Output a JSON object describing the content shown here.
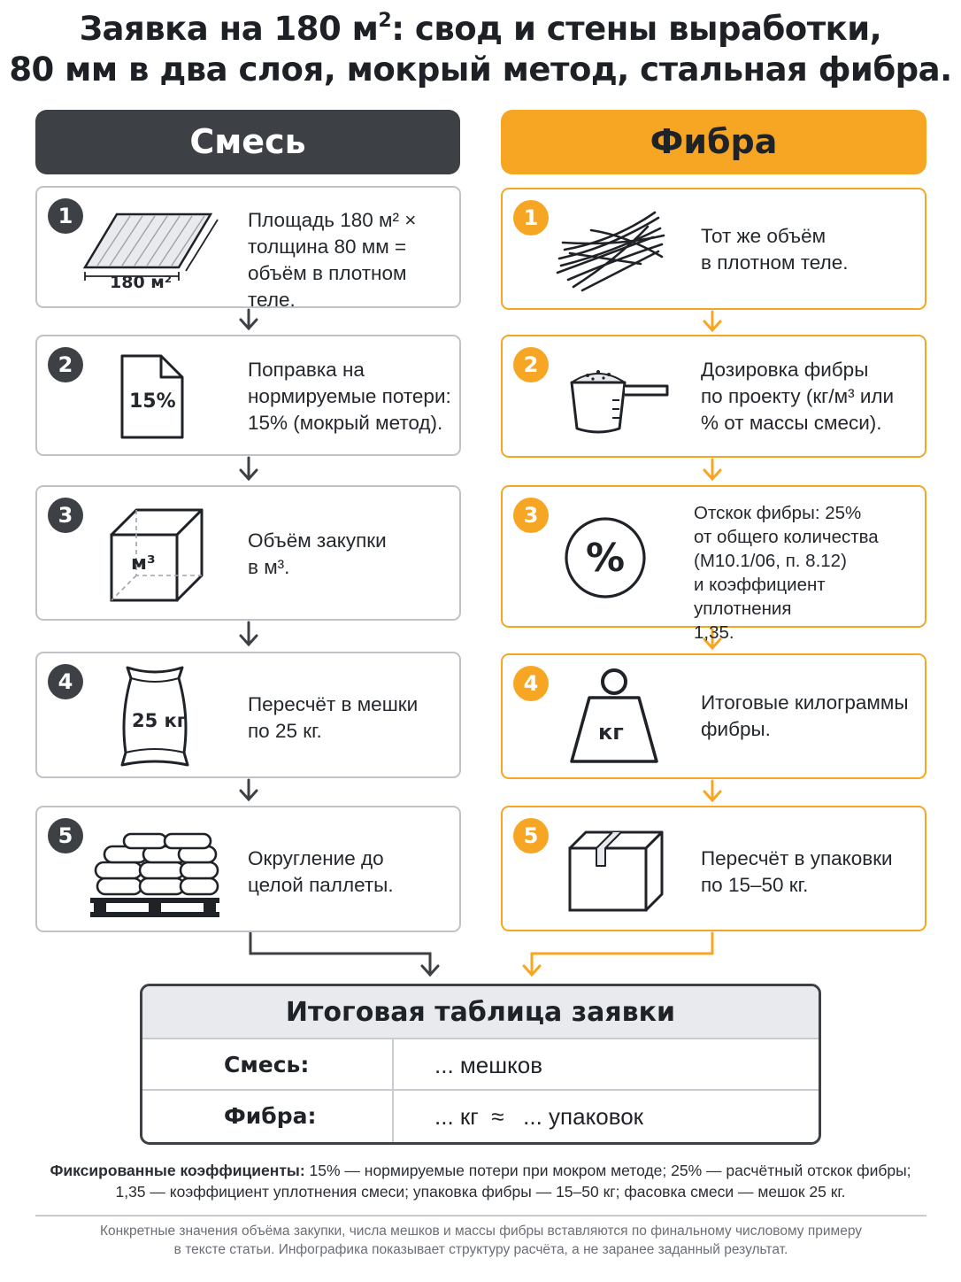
{
  "title": {
    "line1_pre": "Заявка на 180 м",
    "line1_sup": "2",
    "line1_post": ": свод и стены выработки,",
    "line2": "80 мм в два слоя, мокрый метод, стальная фибра."
  },
  "columns": {
    "mix_header": "Смесь",
    "fiber_header": "Фибра"
  },
  "mix_steps": [
    {
      "num": "1",
      "text_lines": [
        "Площадь 180 м² ×",
        "толщина 80 мм =",
        "объём в плотном теле."
      ],
      "icon": "area-plane-icon",
      "icon_label": "180 м²"
    },
    {
      "num": "2",
      "text_lines": [
        "Поправка на",
        "нормируемые потери:",
        "15% (мокрый метод)."
      ],
      "icon": "percent-document-icon",
      "icon_label": "15%"
    },
    {
      "num": "3",
      "text_lines": [
        "Объём закупки",
        "в м³."
      ],
      "icon": "cube-icon",
      "icon_label": "м³"
    },
    {
      "num": "4",
      "text_lines": [
        "Пересчёт в мешки",
        "по 25 кг."
      ],
      "icon": "sack-icon",
      "icon_label": "25 кг"
    },
    {
      "num": "5",
      "text_lines": [
        "Округление до",
        "целой паллеты."
      ],
      "icon": "pallet-icon"
    }
  ],
  "fiber_steps": [
    {
      "num": "1",
      "text_lines": [
        "Тот же объём",
        "в плотном теле."
      ],
      "icon": "steel-fiber-icon"
    },
    {
      "num": "2",
      "text_lines": [
        "Дозировка фибры",
        "по проекту (кг/м³ или",
        "% от массы смеси)."
      ],
      "icon": "measuring-scoop-icon"
    },
    {
      "num": "3",
      "text_lines": [
        "Отскок фибры: 25%",
        "от общего количества",
        "(М10.1/06, п. 8.12)",
        "и коэффициент уплотнения",
        "1,35."
      ],
      "icon": "percent-circle-icon"
    },
    {
      "num": "4",
      "text_lines": [
        "Итоговые килограммы",
        "фибры."
      ],
      "icon": "weight-icon",
      "icon_label": "кг"
    },
    {
      "num": "5",
      "text_lines": [
        "Пересчёт в упаковки",
        "по 15–50 кг."
      ],
      "icon": "box-icon"
    }
  ],
  "summary": {
    "title": "Итоговая таблица заявки",
    "rows": [
      {
        "label": "Смесь:",
        "value": "... мешков"
      },
      {
        "label": "Фибра:",
        "value": "... кг  ≈   ... упаковок"
      }
    ]
  },
  "notes": {
    "bold": "Фиксированные коэффициенты:",
    "line1": " 15% — нормируемые потери при мокром методе; 25% — расчётный отскок фибры;",
    "line2": "1,35 — коэффициент уплотнения смеси; упаковка фибры — 15–50 кг; фасовка смеси — мешок 25 кг."
  },
  "footer": {
    "line1": "Конкретные значения объёма закупки, числа мешков и массы фибры вставляются по финальному числовому примеру",
    "line2": "в тексте статьи. Инфографика показывает структуру расчёта, а не заранее заданный результат."
  },
  "colors": {
    "dark": "#3d4146",
    "orange": "#f6a623",
    "border_gray": "#bfc3c8"
  }
}
